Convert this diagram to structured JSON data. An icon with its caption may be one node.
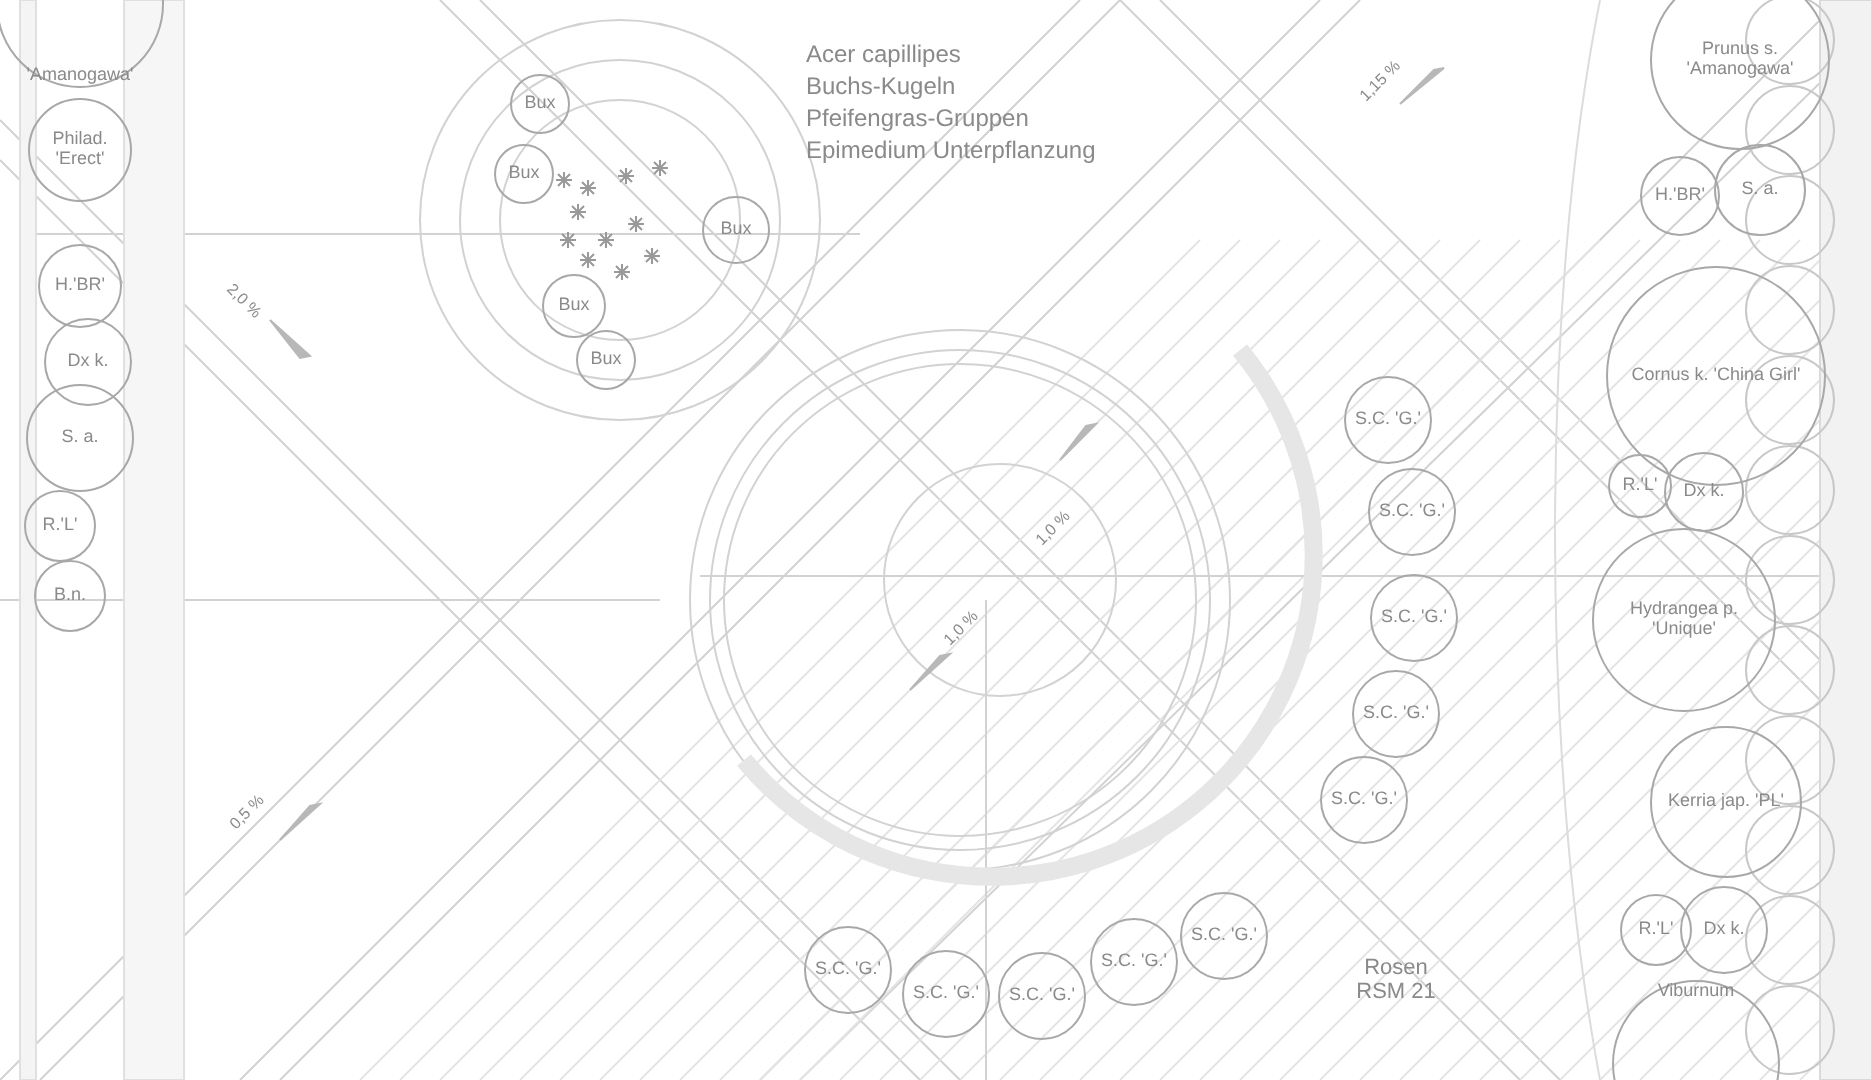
{
  "diagram": {
    "nodes": [
      {
        "text": [
          "'Amanogawa'"
        ]
      },
      {
        "text": [
          "Philad. 'Erect'"
        ]
      },
      {
        "text": [
          "H.'BR'"
        ]
      },
      {
        "text": [
          "Dx k."
        ]
      },
      {
        "text": [
          "S. a."
        ]
      },
      {
        "text": [
          "R.'L'"
        ]
      },
      {
        "text": [
          "B.n."
        ]
      },
      {
        "text": [
          "Bux"
        ]
      },
      {
        "text": [
          "Bux"
        ]
      },
      {
        "text": [
          "Bux"
        ]
      },
      {
        "text": [
          "Bux"
        ]
      },
      {
        "text": [
          "Bux"
        ]
      },
      {
        "text": [
          "S.C. 'G.'"
        ]
      },
      {
        "text": [
          "S.C. 'G.'"
        ]
      },
      {
        "text": [
          "S.C. 'G.'"
        ]
      },
      {
        "text": [
          "S.C. 'G.'"
        ]
      },
      {
        "text": [
          "S.C. 'G.'"
        ]
      },
      {
        "text": [
          "S.C. 'G.'"
        ]
      },
      {
        "text": [
          "S.C. 'G.'"
        ]
      },
      {
        "text": [
          "S.C. 'G.'"
        ]
      },
      {
        "text": [
          "S.C. 'G.'"
        ]
      },
      {
        "text": [
          "S.C. 'G.'"
        ]
      },
      {
        "text": [
          "Prunus s. 'Amanogawa'"
        ]
      },
      {
        "text": [
          "H.'BR'"
        ]
      },
      {
        "text": [
          "S. a."
        ]
      },
      {
        "text": [
          "Cornus k. 'China Girl'"
        ]
      },
      {
        "text": [
          "R.'L'"
        ]
      },
      {
        "text": [
          "Dx k."
        ]
      },
      {
        "text": [
          "Hydrangea p. 'Unique'"
        ]
      },
      {
        "text": [
          "Kerria jap. 'PL'"
        ]
      },
      {
        "text": [
          "R.'L'"
        ]
      },
      {
        "text": [
          "Dx k."
        ]
      },
      {
        "text": [
          "Viburnum"
        ]
      }
    ],
    "labels": [
      "Acer capillipes",
      "Buchs-Kugeln",
      "Pfeifengras-Gruppen",
      "Epimedium Unterpflanzung",
      "1,15 %",
      "2,0 %",
      "1,0 %",
      "1,0 %",
      "0,5 %",
      "Rosen RSM 21"
    ]
  }
}
